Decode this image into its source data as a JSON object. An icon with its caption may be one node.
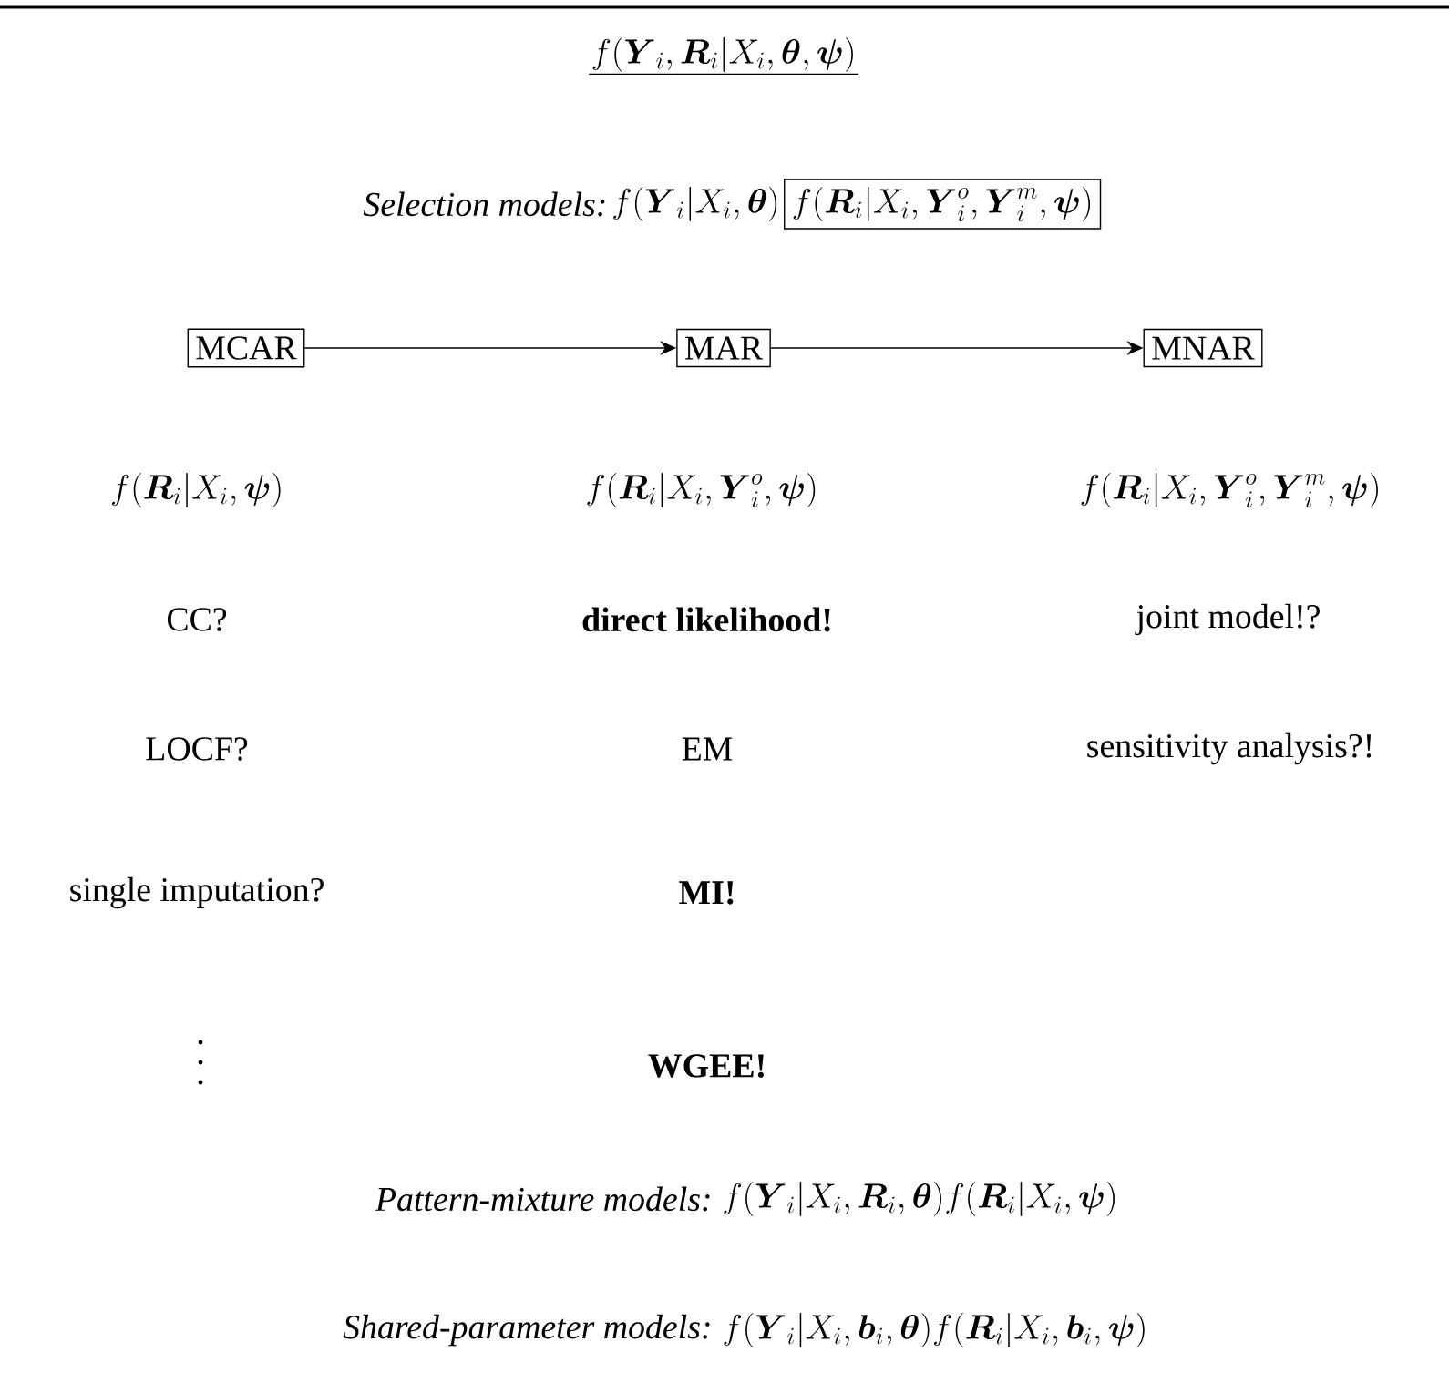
{
  "diagram": {
    "title": "f(\\boldsymbol{Y}_i,\\boldsymbol{R}_i|X_i,\\boldsymbol{\\theta},\\boldsymbol{\\psi})",
    "nodes": [
      {
        "text": [
          "f(\\boldsymbol{R}_i|X_i,\\boldsymbol{Y}_i^o,\\boldsymbol{Y}_i^m,\\boldsymbol{\\psi})"
        ]
      },
      {
        "text": [
          "MCAR"
        ]
      },
      {
        "text": [
          "MAR"
        ]
      },
      {
        "text": [
          "MNAR"
        ]
      }
    ],
    "edges": [
      {
        "from": 1,
        "to": 2,
        "arrow": "to"
      },
      {
        "from": 2,
        "to": 3,
        "arrow": "to"
      }
    ],
    "labels": [
      "Selection models:",
      "f(\\boldsymbol{Y}_i|X_i,\\boldsymbol{\\theta})",
      "f(\\boldsymbol{R}_i|X_i,\\boldsymbol{\\psi})",
      "f(\\boldsymbol{R}_i|X_i,\\boldsymbol{Y}_i^o,\\boldsymbol{\\psi})",
      "f(\\boldsymbol{R}_i|X_i,\\boldsymbol{Y}_i^o,\\boldsymbol{Y}_i^m,\\boldsymbol{\\psi})",
      "CC?",
      "direct likelihood!",
      "joint model!?",
      "LOCF?",
      "EM",
      "sensitivity analysis?!",
      "single imputation?",
      "MI!",
      "WGEE!",
      "Pattern-mixture models:",
      "f(\\boldsymbol{Y}_i|X_i,\\boldsymbol{R}_i,\\boldsymbol{\\theta})f(\\boldsymbol{R}_i|X_i,\\boldsymbol{\\psi})",
      "Shared-parameter models:",
      "f(\\boldsymbol{Y}_i|X_i,\\boldsymbol{b}_i,\\boldsymbol{\\theta})f(\\boldsymbol{R}_i|X_i,\\boldsymbol{b}_i,\\boldsymbol{\\psi})"
    ]
  }
}
